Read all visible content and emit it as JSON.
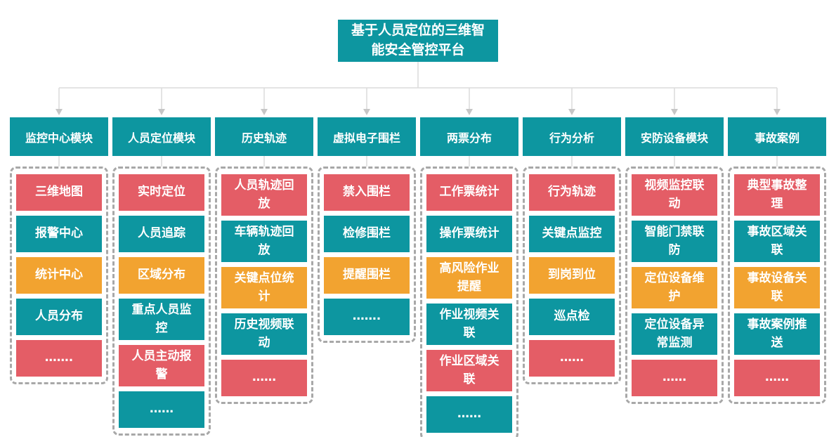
{
  "root": {
    "title": "基于人员定位的三维智能安全管控平台"
  },
  "palette": {
    "teal": "#0D96A0",
    "red": "#E45D66",
    "orange": "#F2A330",
    "dash_border": "#A8A8A8",
    "connector_line": "#DBDBDB",
    "connector_arrow": "#C6C6C6"
  },
  "modules": [
    {
      "title": "监控中心模块",
      "items": [
        {
          "label": "三维地图",
          "color": "red"
        },
        {
          "label": "报警中心",
          "color": "teal"
        },
        {
          "label": "统计中心",
          "color": "orange"
        },
        {
          "label": "人员分布",
          "color": "teal"
        },
        {
          "label": "…….",
          "color": "red"
        }
      ]
    },
    {
      "title": "人员定位模块",
      "items": [
        {
          "label": "实时定位",
          "color": "red"
        },
        {
          "label": "人员追踪",
          "color": "teal"
        },
        {
          "label": "区域分布",
          "color": "orange"
        },
        {
          "label": "重点人员监控",
          "color": "teal"
        },
        {
          "label": "人员主动报警",
          "color": "red"
        },
        {
          "label": "……",
          "color": "teal"
        }
      ]
    },
    {
      "title": "历史轨迹",
      "items": [
        {
          "label": "人员轨迹回放",
          "color": "red"
        },
        {
          "label": "车辆轨迹回放",
          "color": "teal"
        },
        {
          "label": "关键点位统计",
          "color": "orange"
        },
        {
          "label": "历史视频联动",
          "color": "teal"
        },
        {
          "label": "……",
          "color": "red"
        }
      ]
    },
    {
      "title": "虚拟电子围栏",
      "items": [
        {
          "label": "禁入围栏",
          "color": "red"
        },
        {
          "label": "检修围栏",
          "color": "teal"
        },
        {
          "label": "提醒围栏",
          "color": "orange"
        },
        {
          "label": "…….",
          "color": "teal"
        }
      ]
    },
    {
      "title": "两票分布",
      "items": [
        {
          "label": "工作票统计",
          "color": "red"
        },
        {
          "label": "操作票统计",
          "color": "teal"
        },
        {
          "label": "高风险作业提醒",
          "color": "orange"
        },
        {
          "label": "作业视频关联",
          "color": "teal"
        },
        {
          "label": "作业区域关联",
          "color": "red"
        },
        {
          "label": "……",
          "color": "teal"
        }
      ]
    },
    {
      "title": "行为分析",
      "items": [
        {
          "label": "行为轨迹",
          "color": "red"
        },
        {
          "label": "关键点监控",
          "color": "teal"
        },
        {
          "label": "到岗到位",
          "color": "orange"
        },
        {
          "label": "巡点检",
          "color": "teal"
        },
        {
          "label": "……",
          "color": "red"
        }
      ]
    },
    {
      "title": "安防设备模块",
      "items": [
        {
          "label": "视频监控联动",
          "color": "red"
        },
        {
          "label": "智能门禁联防",
          "color": "teal"
        },
        {
          "label": "定位设备维护",
          "color": "orange"
        },
        {
          "label": "定位设备异常监测",
          "color": "teal"
        },
        {
          "label": "……",
          "color": "red"
        }
      ]
    },
    {
      "title": "事故案例",
      "items": [
        {
          "label": "典型事故整理",
          "color": "red"
        },
        {
          "label": "事故区域关联",
          "color": "teal"
        },
        {
          "label": "事故设备关联",
          "color": "orange"
        },
        {
          "label": "事故案例推送",
          "color": "teal"
        },
        {
          "label": "……",
          "color": "red"
        }
      ]
    }
  ]
}
